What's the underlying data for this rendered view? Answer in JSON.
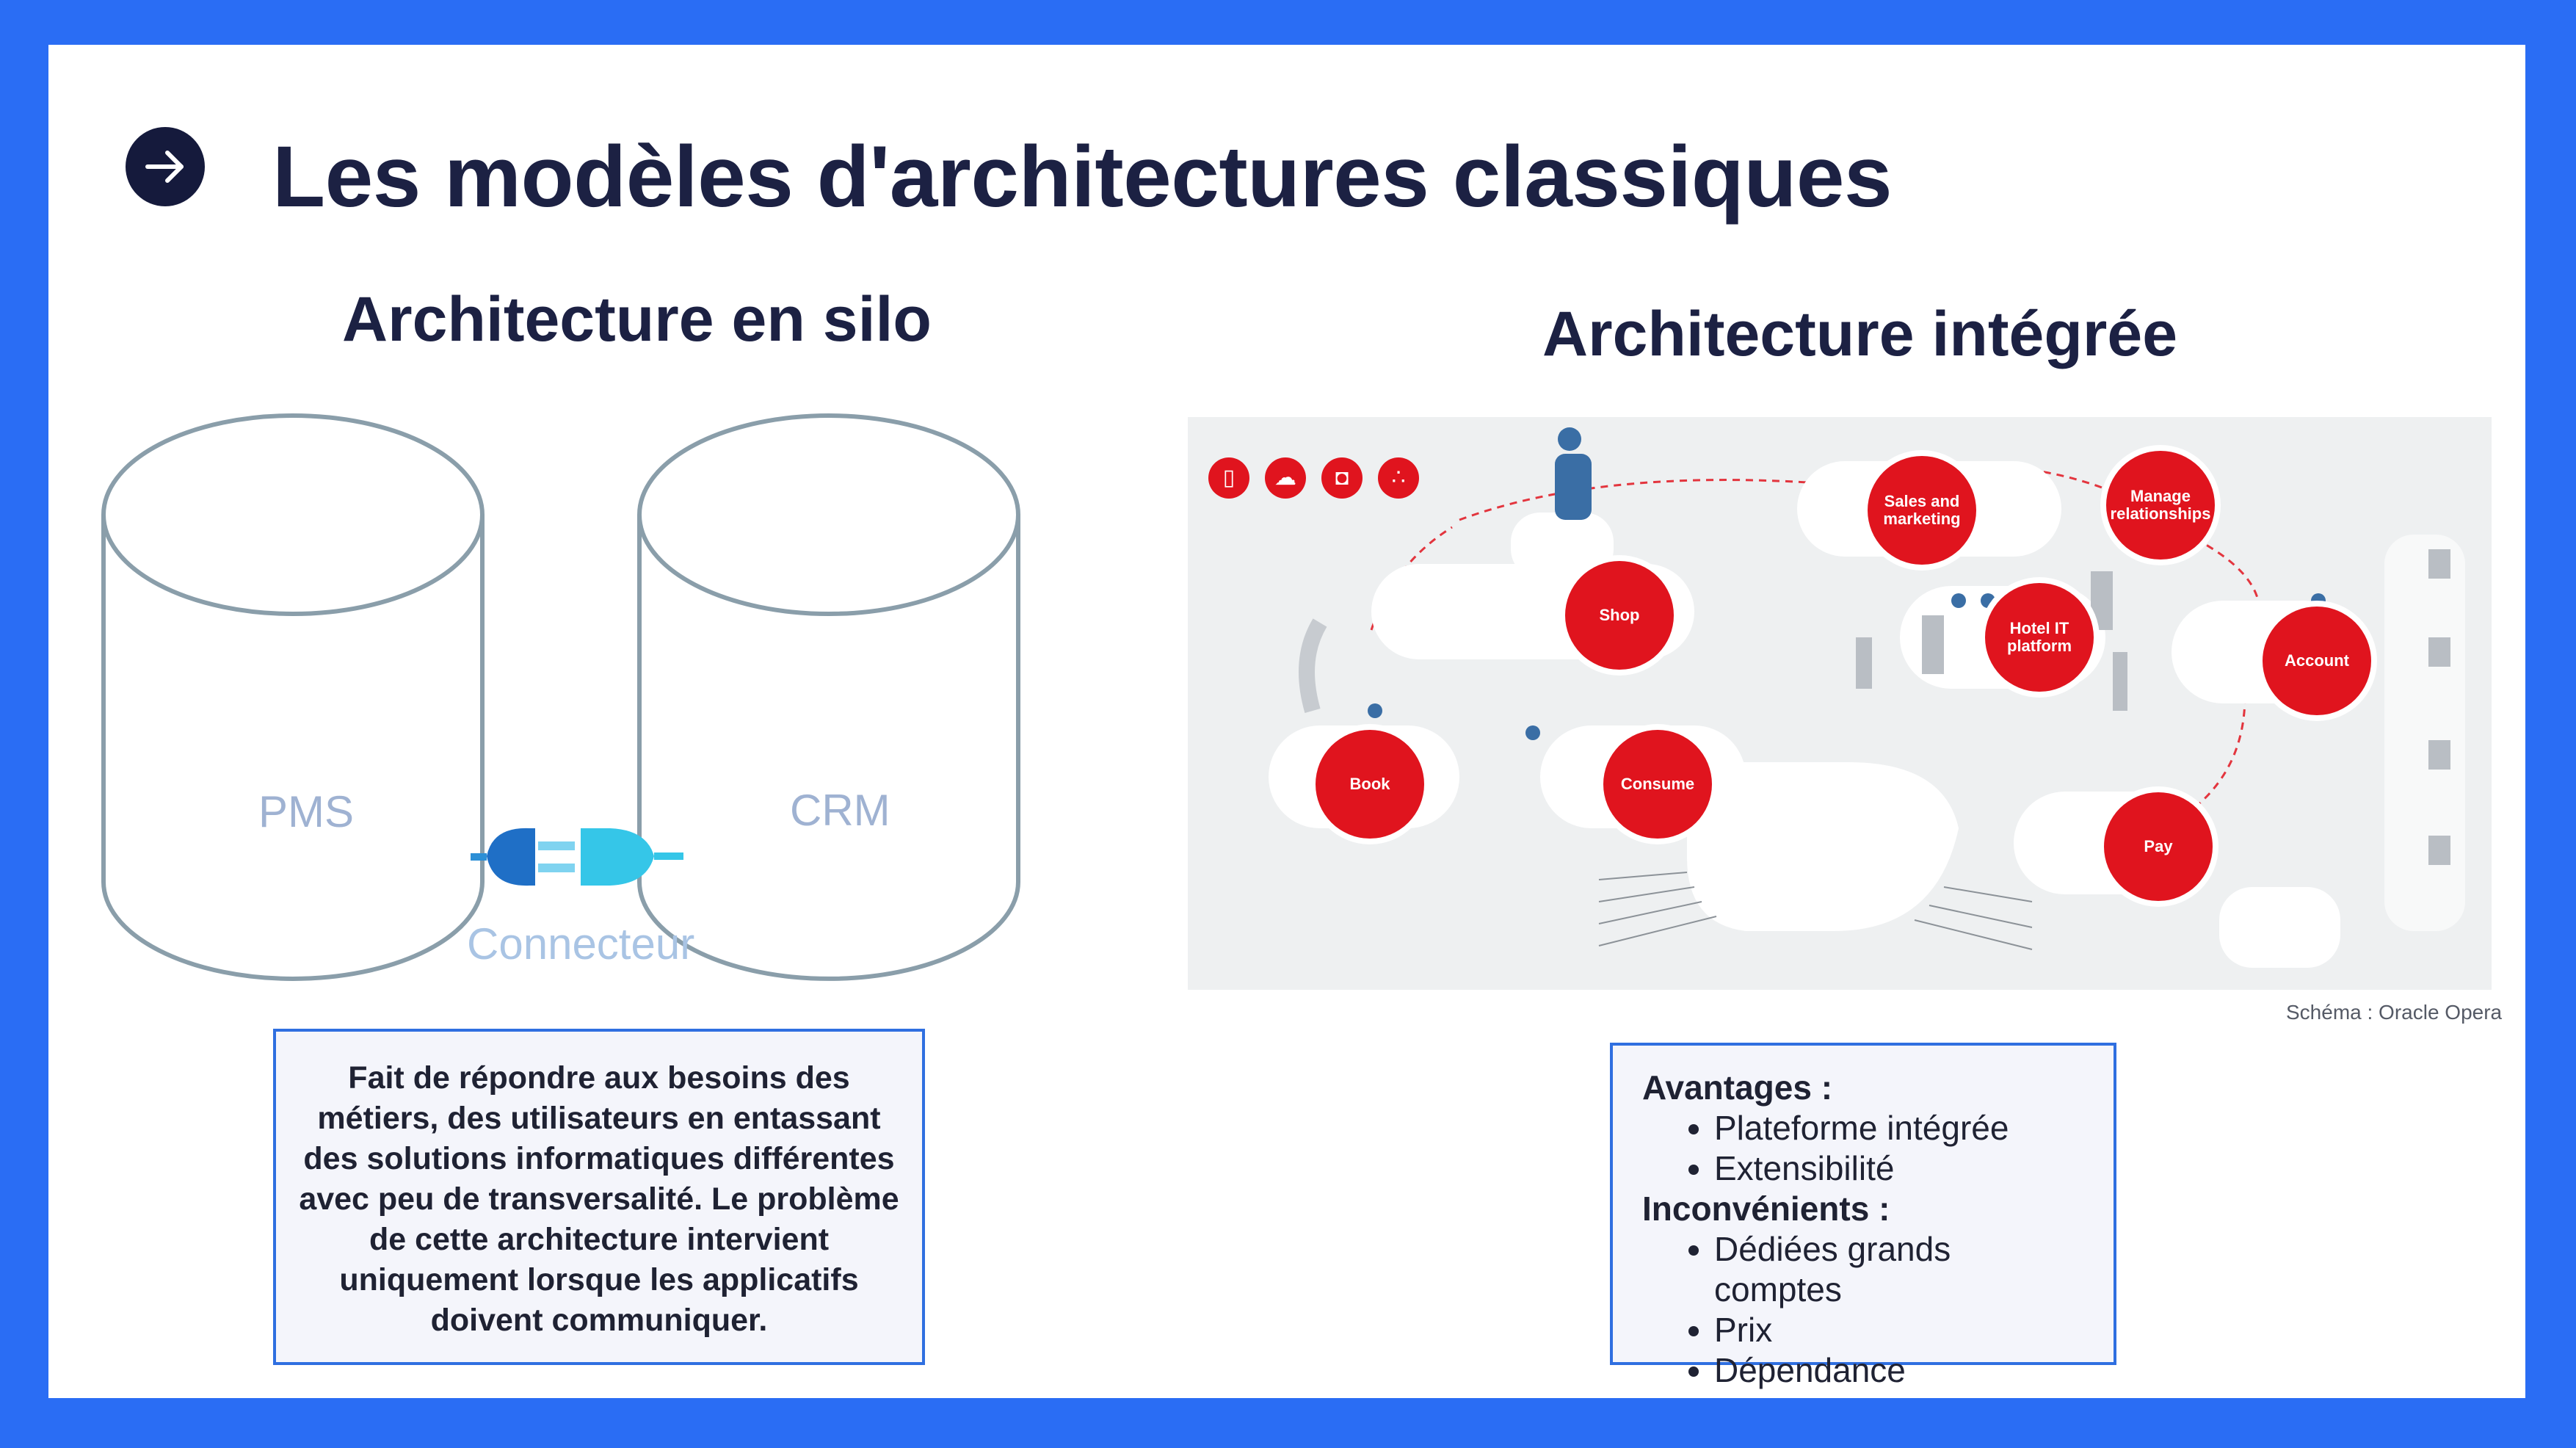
{
  "title": "Les modèles d'architectures classiques",
  "left": {
    "subtitle": "Architecture en silo",
    "cylinders": [
      "PMS",
      "CRM"
    ],
    "connector_label": "Connecteur",
    "description": "Fait de répondre aux besoins des métiers, des utilisateurs en entassant des solutions informatiques différentes avec peu de transversalité. Le problème de cette architecture intervient uniquement lorsque les applicatifs doivent communiquer."
  },
  "right": {
    "subtitle": "Architecture intégrée",
    "caption": "Schéma : Oracle Opera",
    "diagram_nodes": [
      "Sales and marketing",
      "Manage relationships",
      "Shop",
      "Hotel IT platform",
      "Account",
      "Book",
      "Consume",
      "Pay"
    ],
    "diagram_icons": [
      "mobile-icon",
      "cloud-icon",
      "lock-icon",
      "network-icon"
    ],
    "advantages_heading": "Avantages :",
    "advantages": [
      "Plateforme intégrée",
      "Extensibilité"
    ],
    "drawbacks_heading": "Inconvénients :",
    "drawbacks": [
      "Dédiées grands comptes",
      "Prix",
      "Dépendance"
    ]
  },
  "colors": {
    "frame": "#2a6df4",
    "title": "#1c2143",
    "diagram_accent": "#e0141e",
    "box_border": "#2f6fe0"
  }
}
